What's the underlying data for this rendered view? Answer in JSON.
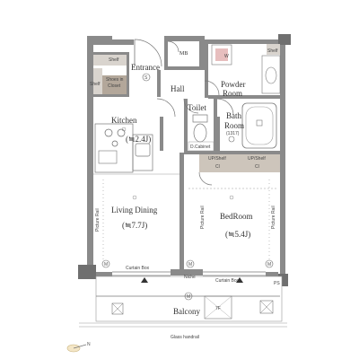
{
  "rooms": {
    "entrance": "Entrance",
    "mb": "MB",
    "hall": "Hall",
    "powder_room_line1": "Powder",
    "powder_room_line2": "Room",
    "toilet": "Toilet",
    "bath_line1": "Bath",
    "bath_line2": "Room",
    "bath_size": "(1317)",
    "kitchen": "Kitchen",
    "kitchen_size": "(≒2.4J)",
    "living": "Living Dining",
    "living_size": "(≒7.7J)",
    "bedroom": "BedRoom",
    "bedroom_size": "(≒5.4J)",
    "balcony": "Balcony"
  },
  "fixtures": {
    "shelf_top": "Shelf",
    "shoes_in_line1": "Shoes in",
    "shoes_in_line2": "Closet",
    "shelf_left": "Shelf",
    "shelf_right": "Shelf",
    "wm": "W",
    "up_shelf_1": "UP/Shelf",
    "cl_1": "Cl",
    "up_shelf_2": "UP/Shelf",
    "cl_2": "Cl",
    "cabinet": "D.Cabinet",
    "ps": "PS",
    "niche": "Niche",
    "curtain_box_1": "Curtain Box",
    "curtain_box_2": "Curtain Box",
    "picture_rail_1": "Picture Rail",
    "picture_rail_2": "Picture Rail",
    "picture_rail_3": "Picture Rail",
    "ac_1": "7F",
    "glass_handrail": "Glass handrail"
  },
  "symbols": {
    "m": "M",
    "s": "S",
    "north": "N"
  }
}
